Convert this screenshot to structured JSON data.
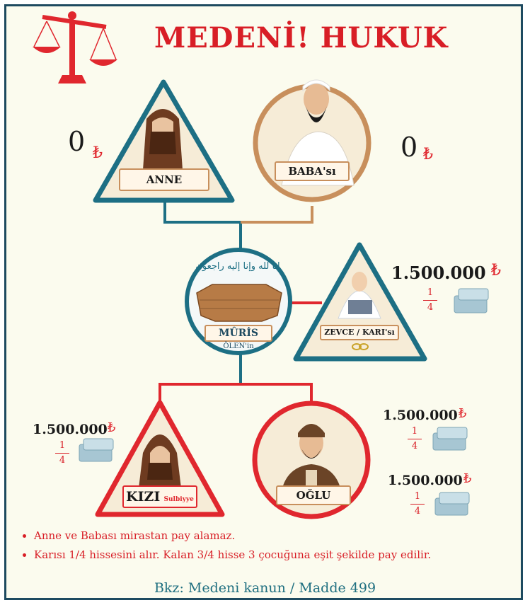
{
  "title": "MEDENİ!  HUKUK",
  "currency_symbol": "₺",
  "nodes": {
    "anne": {
      "label": "ANNE",
      "amount": "0"
    },
    "baba": {
      "label": "BABA'sı",
      "amount": "0"
    },
    "muris": {
      "label": "MÛRİS",
      "sublabel": "ÖLEN'in",
      "arabic": "إنا لله وإنا إليه راجعون"
    },
    "zevce": {
      "label": "ZEVCE / KARI'sı",
      "amount": "1.500.000",
      "frac_num": "1",
      "frac_den": "4"
    },
    "kizi": {
      "label": "KIZI",
      "sublabel": "Sulbiyye",
      "amount": "1.500.000",
      "frac_num": "1",
      "frac_den": "4"
    },
    "oglu": {
      "label": "OĞLU",
      "amount1": "1.500.000",
      "amount2": "1.500.000",
      "frac_num": "1",
      "frac_den": "4"
    }
  },
  "notes": [
    "Anne ve Babası mirastan pay alamaz.",
    "Karısı 1/4 hissesini alır. Kalan 3/4 hisse 3 çocuğuna  eşit şekilde pay edilir."
  ],
  "footer": "Bkz: Medeni kanun / Madde 499",
  "colors": {
    "red": "#e0272e",
    "teal": "#1d6f84",
    "brown": "#c88f5c",
    "navy": "#1d4a60"
  },
  "icons": [
    "scales-icon",
    "mother-figure",
    "father-figure",
    "coffin-icon",
    "wife-figure",
    "daughter-figure",
    "son-figure",
    "rings-icon",
    "money-icon"
  ]
}
